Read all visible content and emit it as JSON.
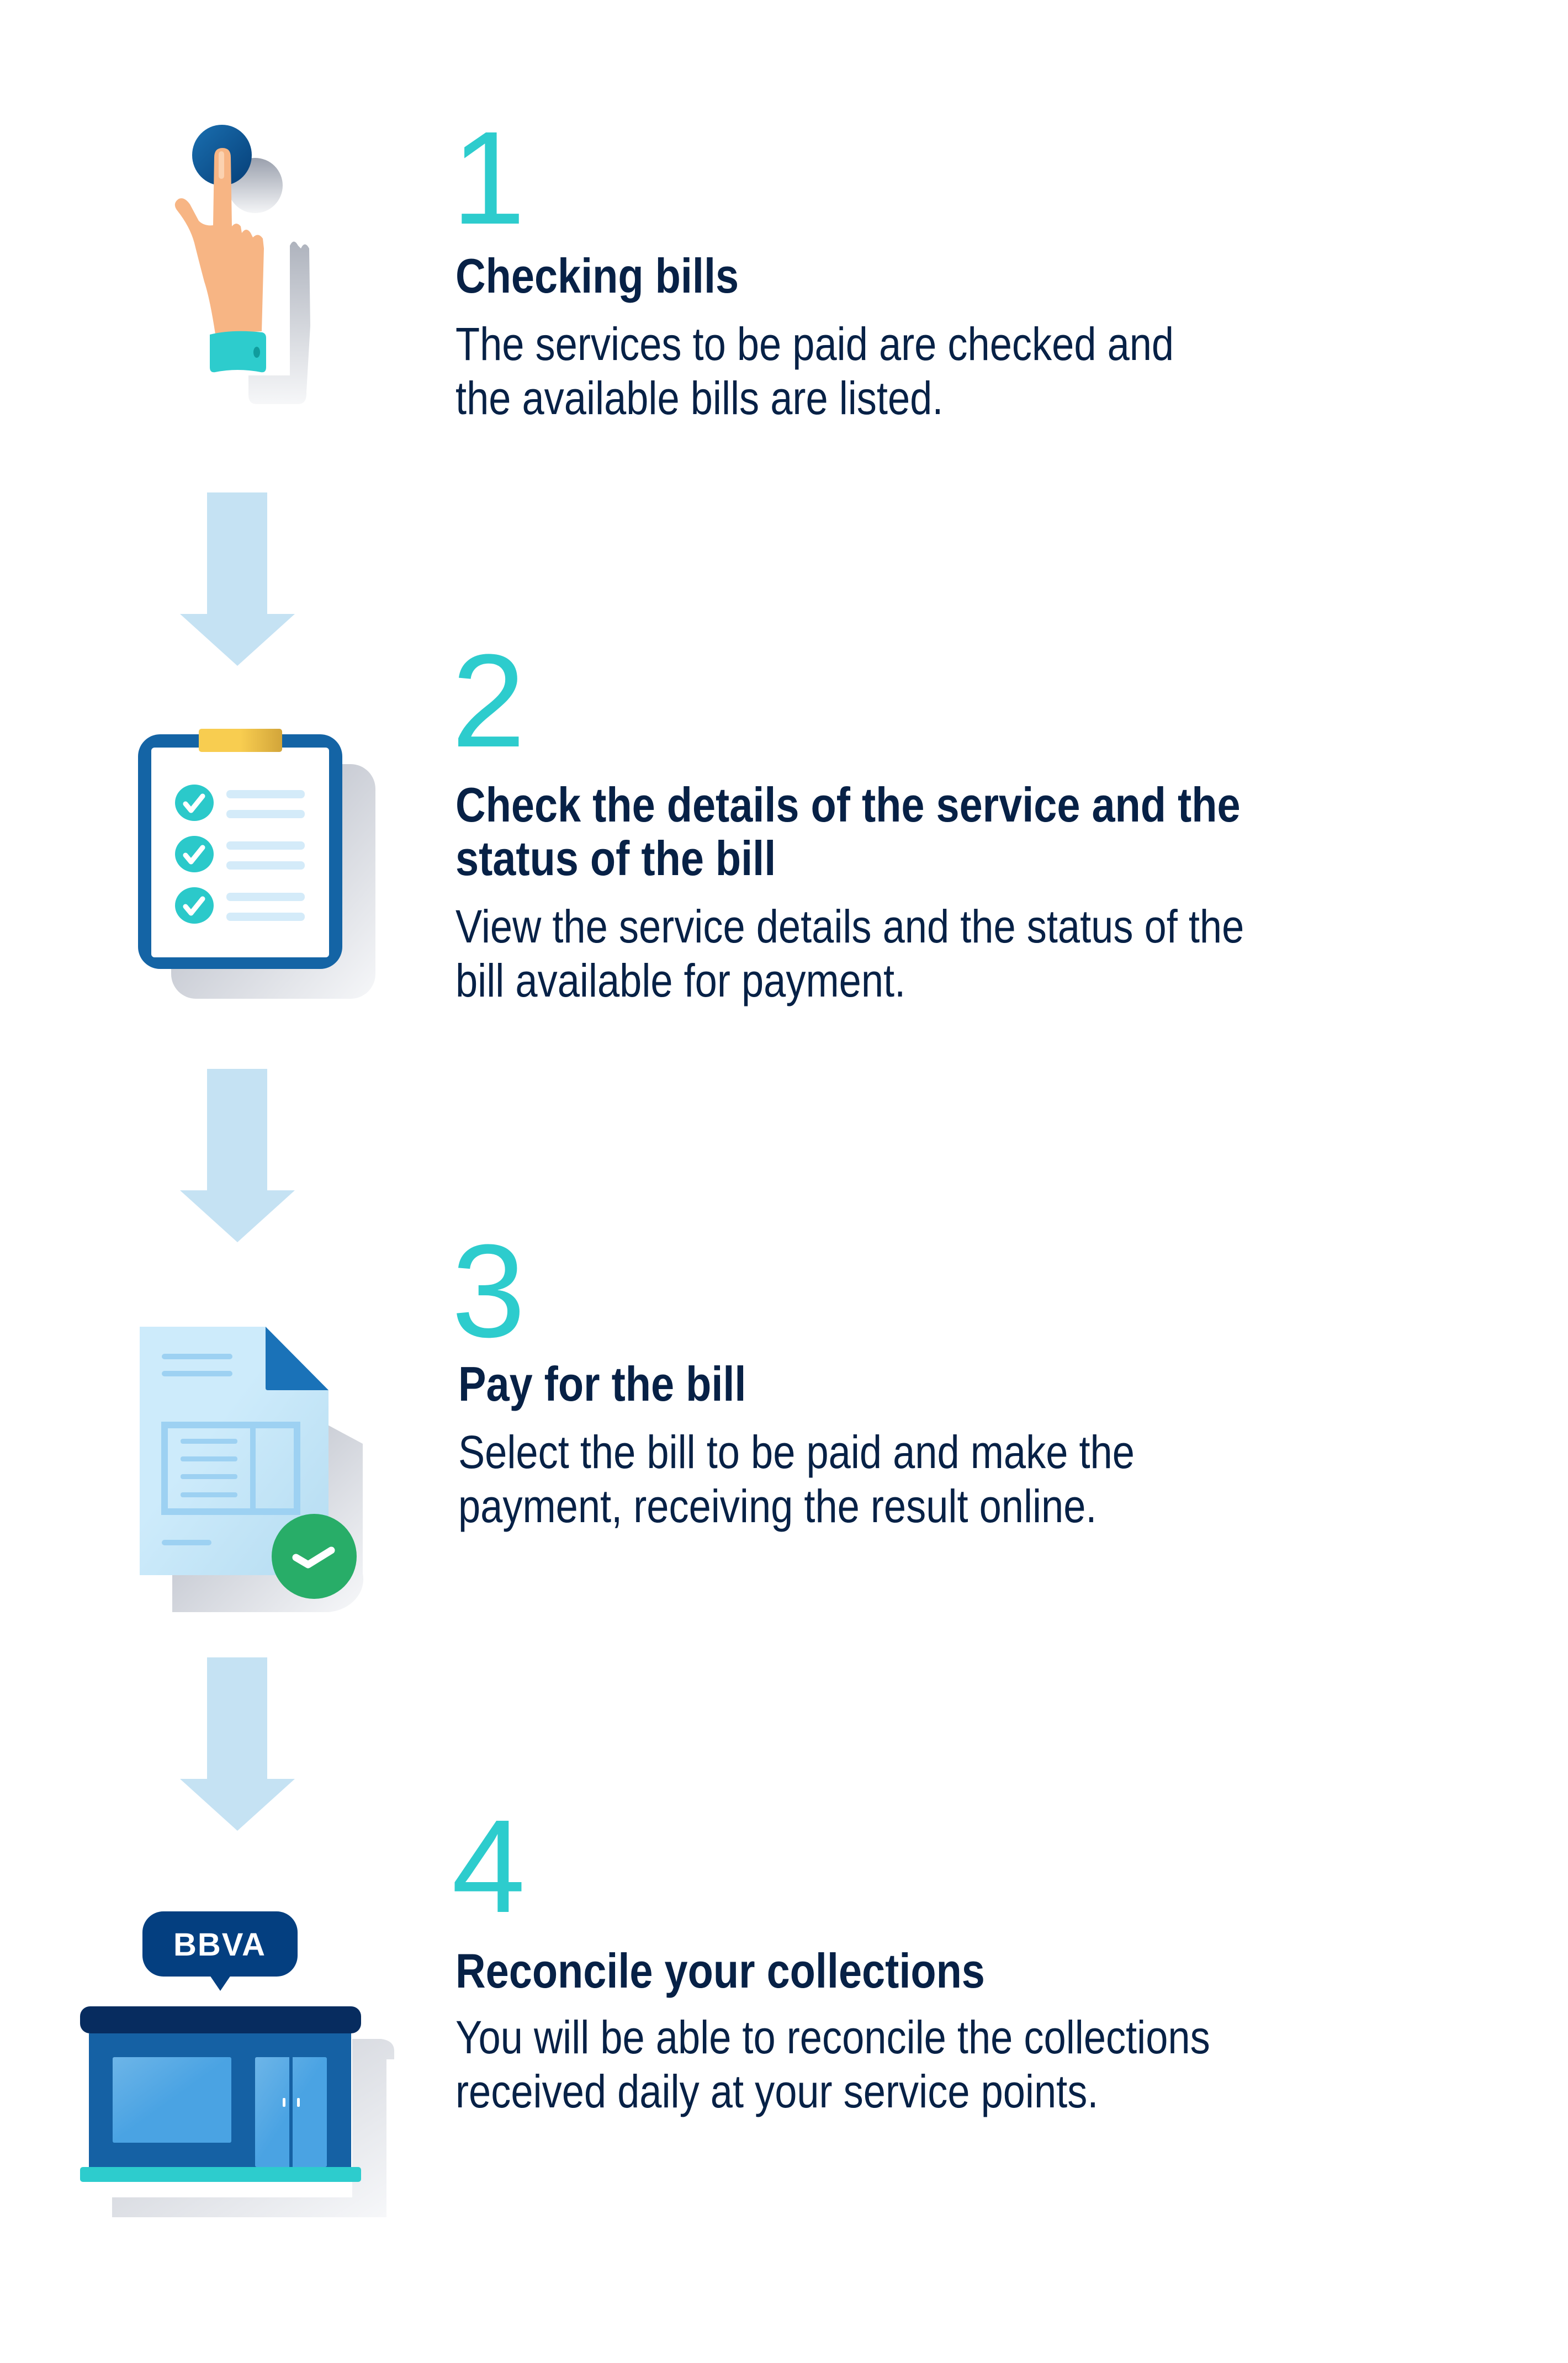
{
  "colors": {
    "accent": "#2dcccd",
    "text": "#072146",
    "arrow": "#c5e2f3",
    "brand_blue": "#1464a5"
  },
  "steps": [
    {
      "number": "1",
      "icon": "hand-pressing-button-icon",
      "title_lines": [
        "Checking bills"
      ],
      "body_lines": [
        "The services to be paid are checked and",
        "the available bills are listed."
      ]
    },
    {
      "number": "2",
      "icon": "clipboard-checklist-icon",
      "title_lines": [
        "Check the details of the service and the",
        "status of the bill"
      ],
      "body_lines": [
        "View the service details and the status of the",
        "bill available for payment."
      ]
    },
    {
      "number": "3",
      "icon": "paid-document-icon",
      "title_lines": [
        "Pay for the bill"
      ],
      "body_lines": [
        "Select the bill to be paid and make the",
        "payment, receiving the result online."
      ]
    },
    {
      "number": "4",
      "icon": "bbva-branch-store-icon",
      "title_lines": [
        "Reconcile your collections"
      ],
      "body_lines": [
        "You will be able to reconcile the collections",
        "received daily at your service points."
      ]
    }
  ],
  "branch_sign": "BBVA"
}
